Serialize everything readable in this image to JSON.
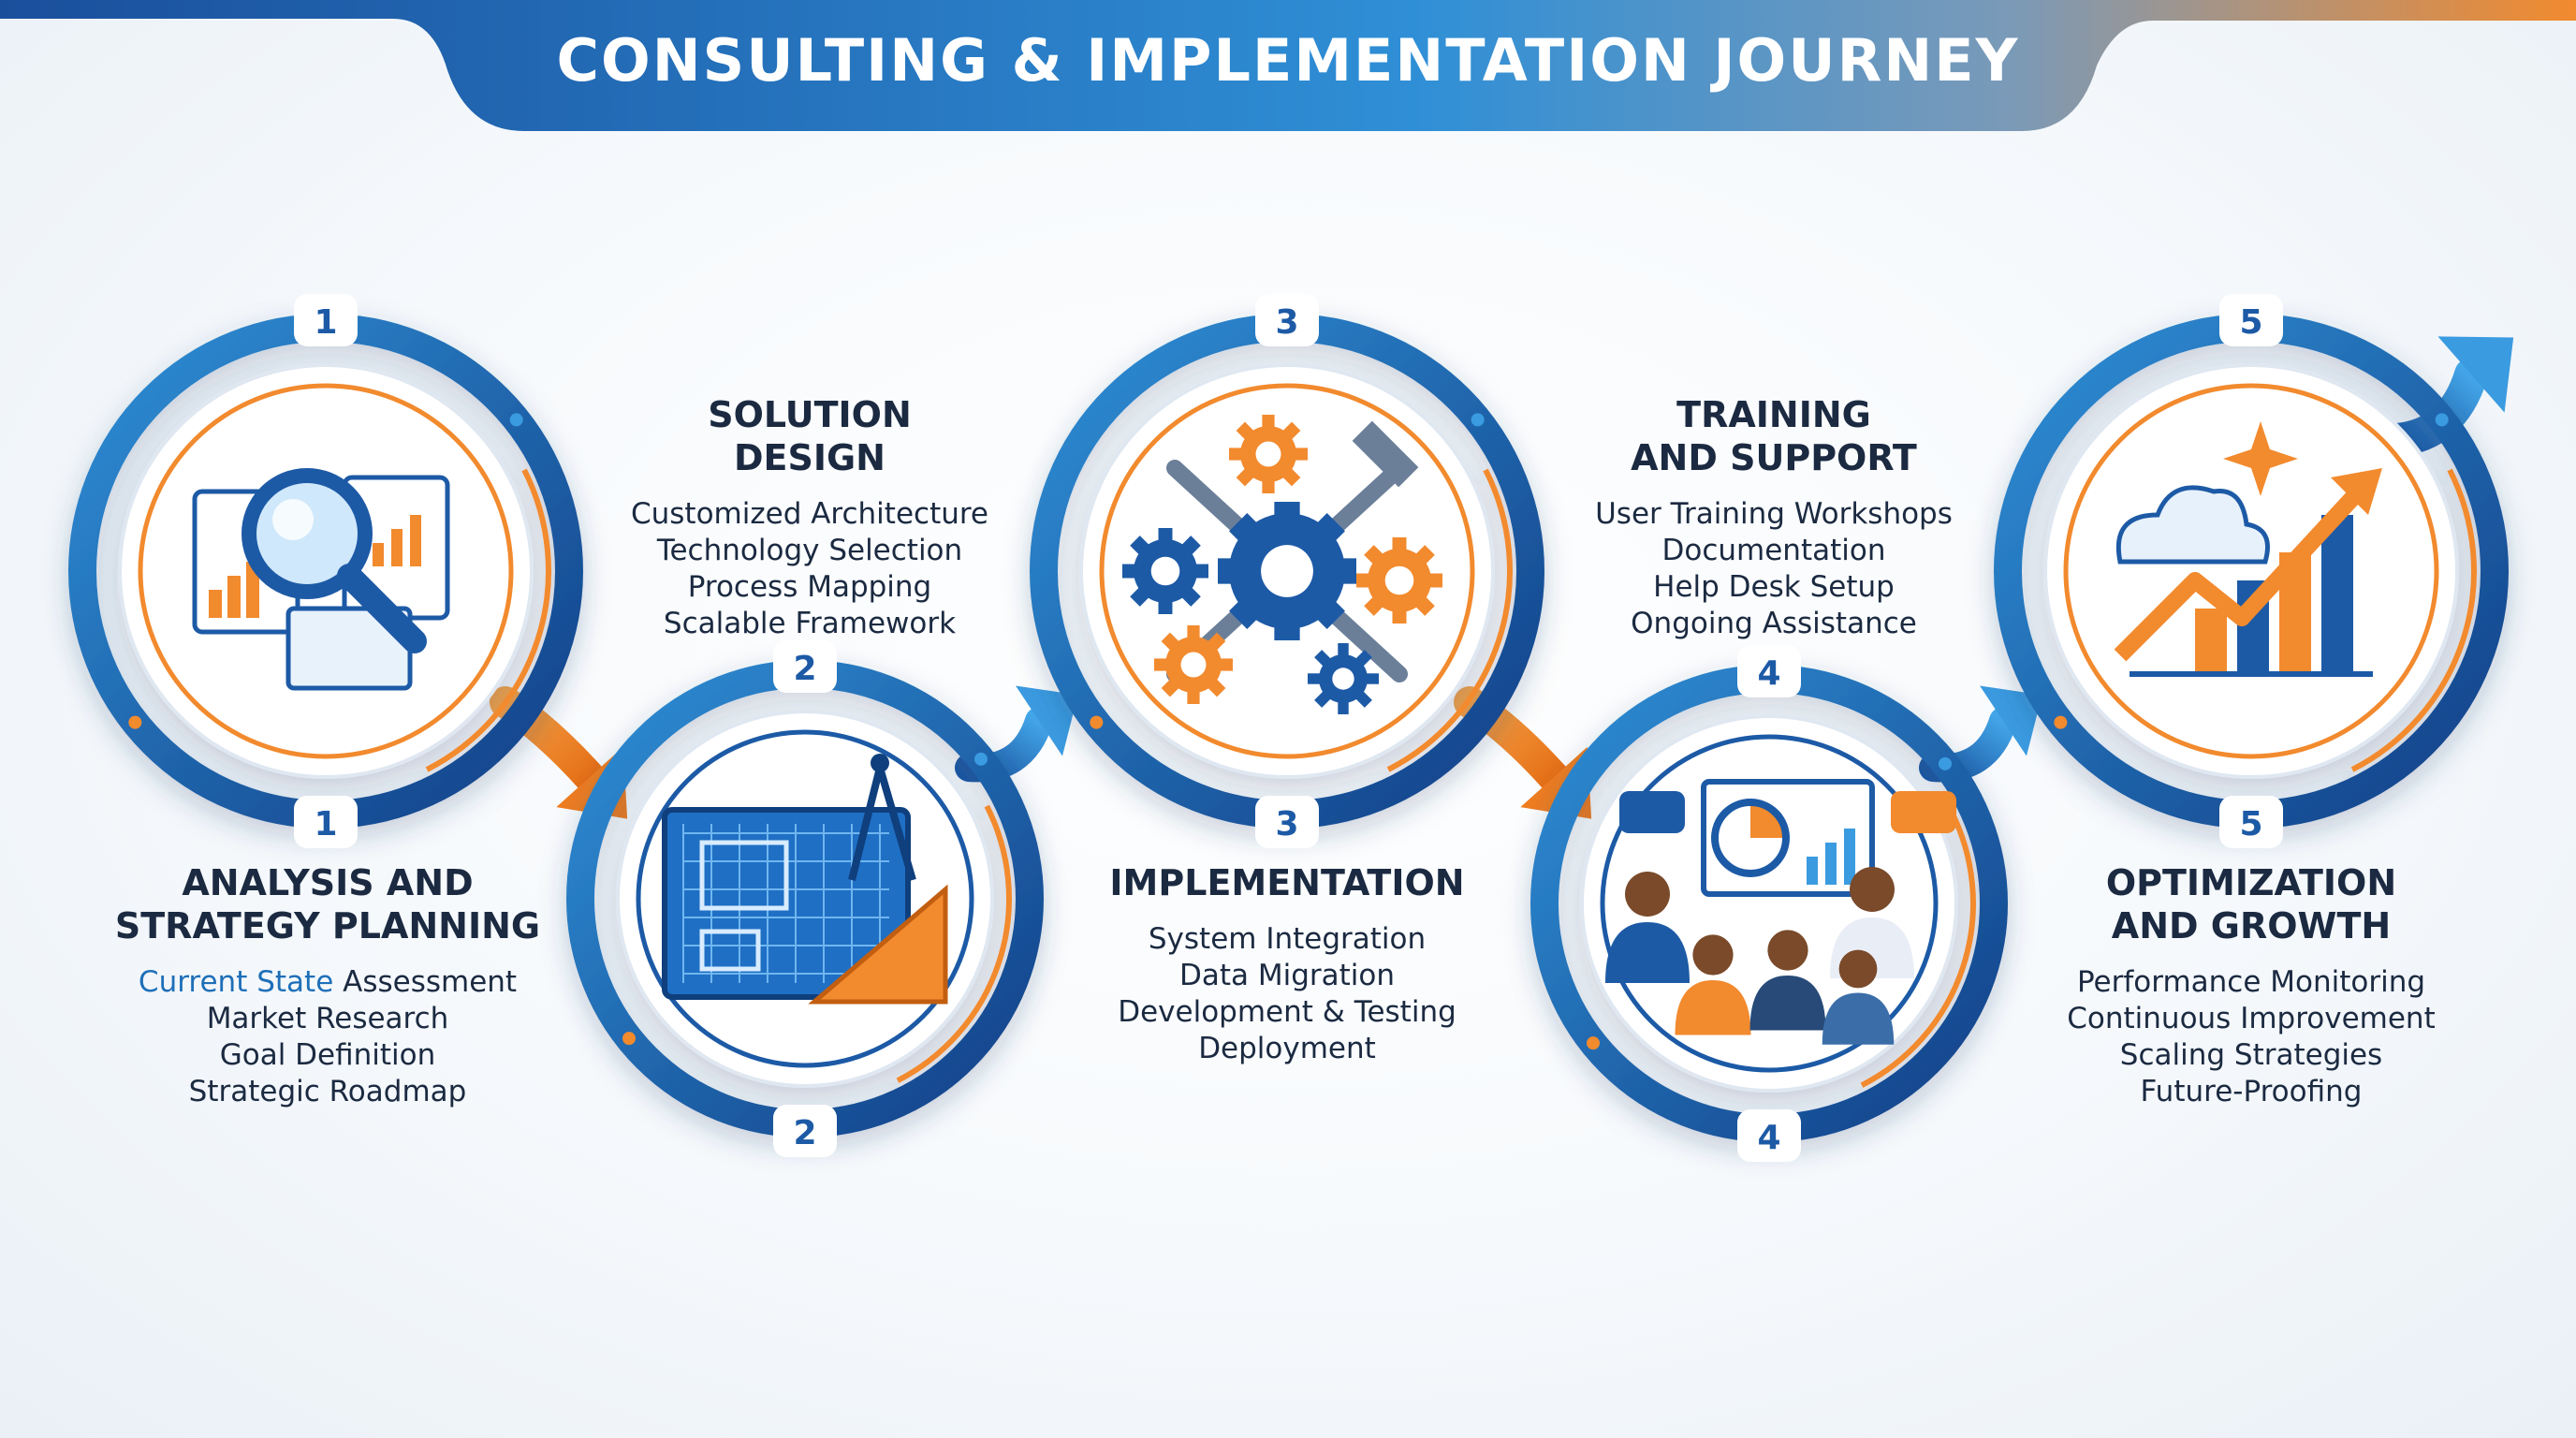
{
  "title": "CONSULTING & IMPLEMENTATION JOURNEY",
  "colors": {
    "primary_blue": "#1d5aa6",
    "light_blue": "#2f8fd6",
    "accent_orange": "#f28a2e",
    "text_dark": "#1b2a41"
  },
  "steps": [
    {
      "number": "1",
      "title_lines": [
        "ANALYSIS AND",
        "STRATEGY PLANNING"
      ],
      "items": [
        "Current State Assessment",
        "Market Research",
        "Goal Definition",
        "Strategic Roadmap"
      ],
      "highlight_words": "Current State",
      "icon": "magnifier-report-icon"
    },
    {
      "number": "2",
      "title_lines": [
        "SOLUTION",
        "DESIGN"
      ],
      "items": [
        "Customized Architecture",
        "Technology Selection",
        "Process Mapping",
        "Scalable Framework"
      ],
      "icon": "blueprint-icon"
    },
    {
      "number": "3",
      "title_lines": [
        "IMPLEMENTATION"
      ],
      "items": [
        "System Integration",
        "Data Migration",
        "Development & Testing",
        "Deployment"
      ],
      "icon": "gears-tools-icon"
    },
    {
      "number": "4",
      "title_lines": [
        "TRAINING",
        "AND SUPPORT"
      ],
      "items": [
        "User Training Workshops",
        "Documentation",
        "Help Desk Setup",
        "Ongoing Assistance"
      ],
      "icon": "training-presentation-icon"
    },
    {
      "number": "5",
      "title_lines": [
        "OPTIMIZATION",
        "AND GROWTH"
      ],
      "items": [
        "Performance Monitoring",
        "Continuous Improvement",
        "Scaling Strategies",
        "Future-Proofing"
      ],
      "icon": "growth-chart-icon"
    }
  ]
}
